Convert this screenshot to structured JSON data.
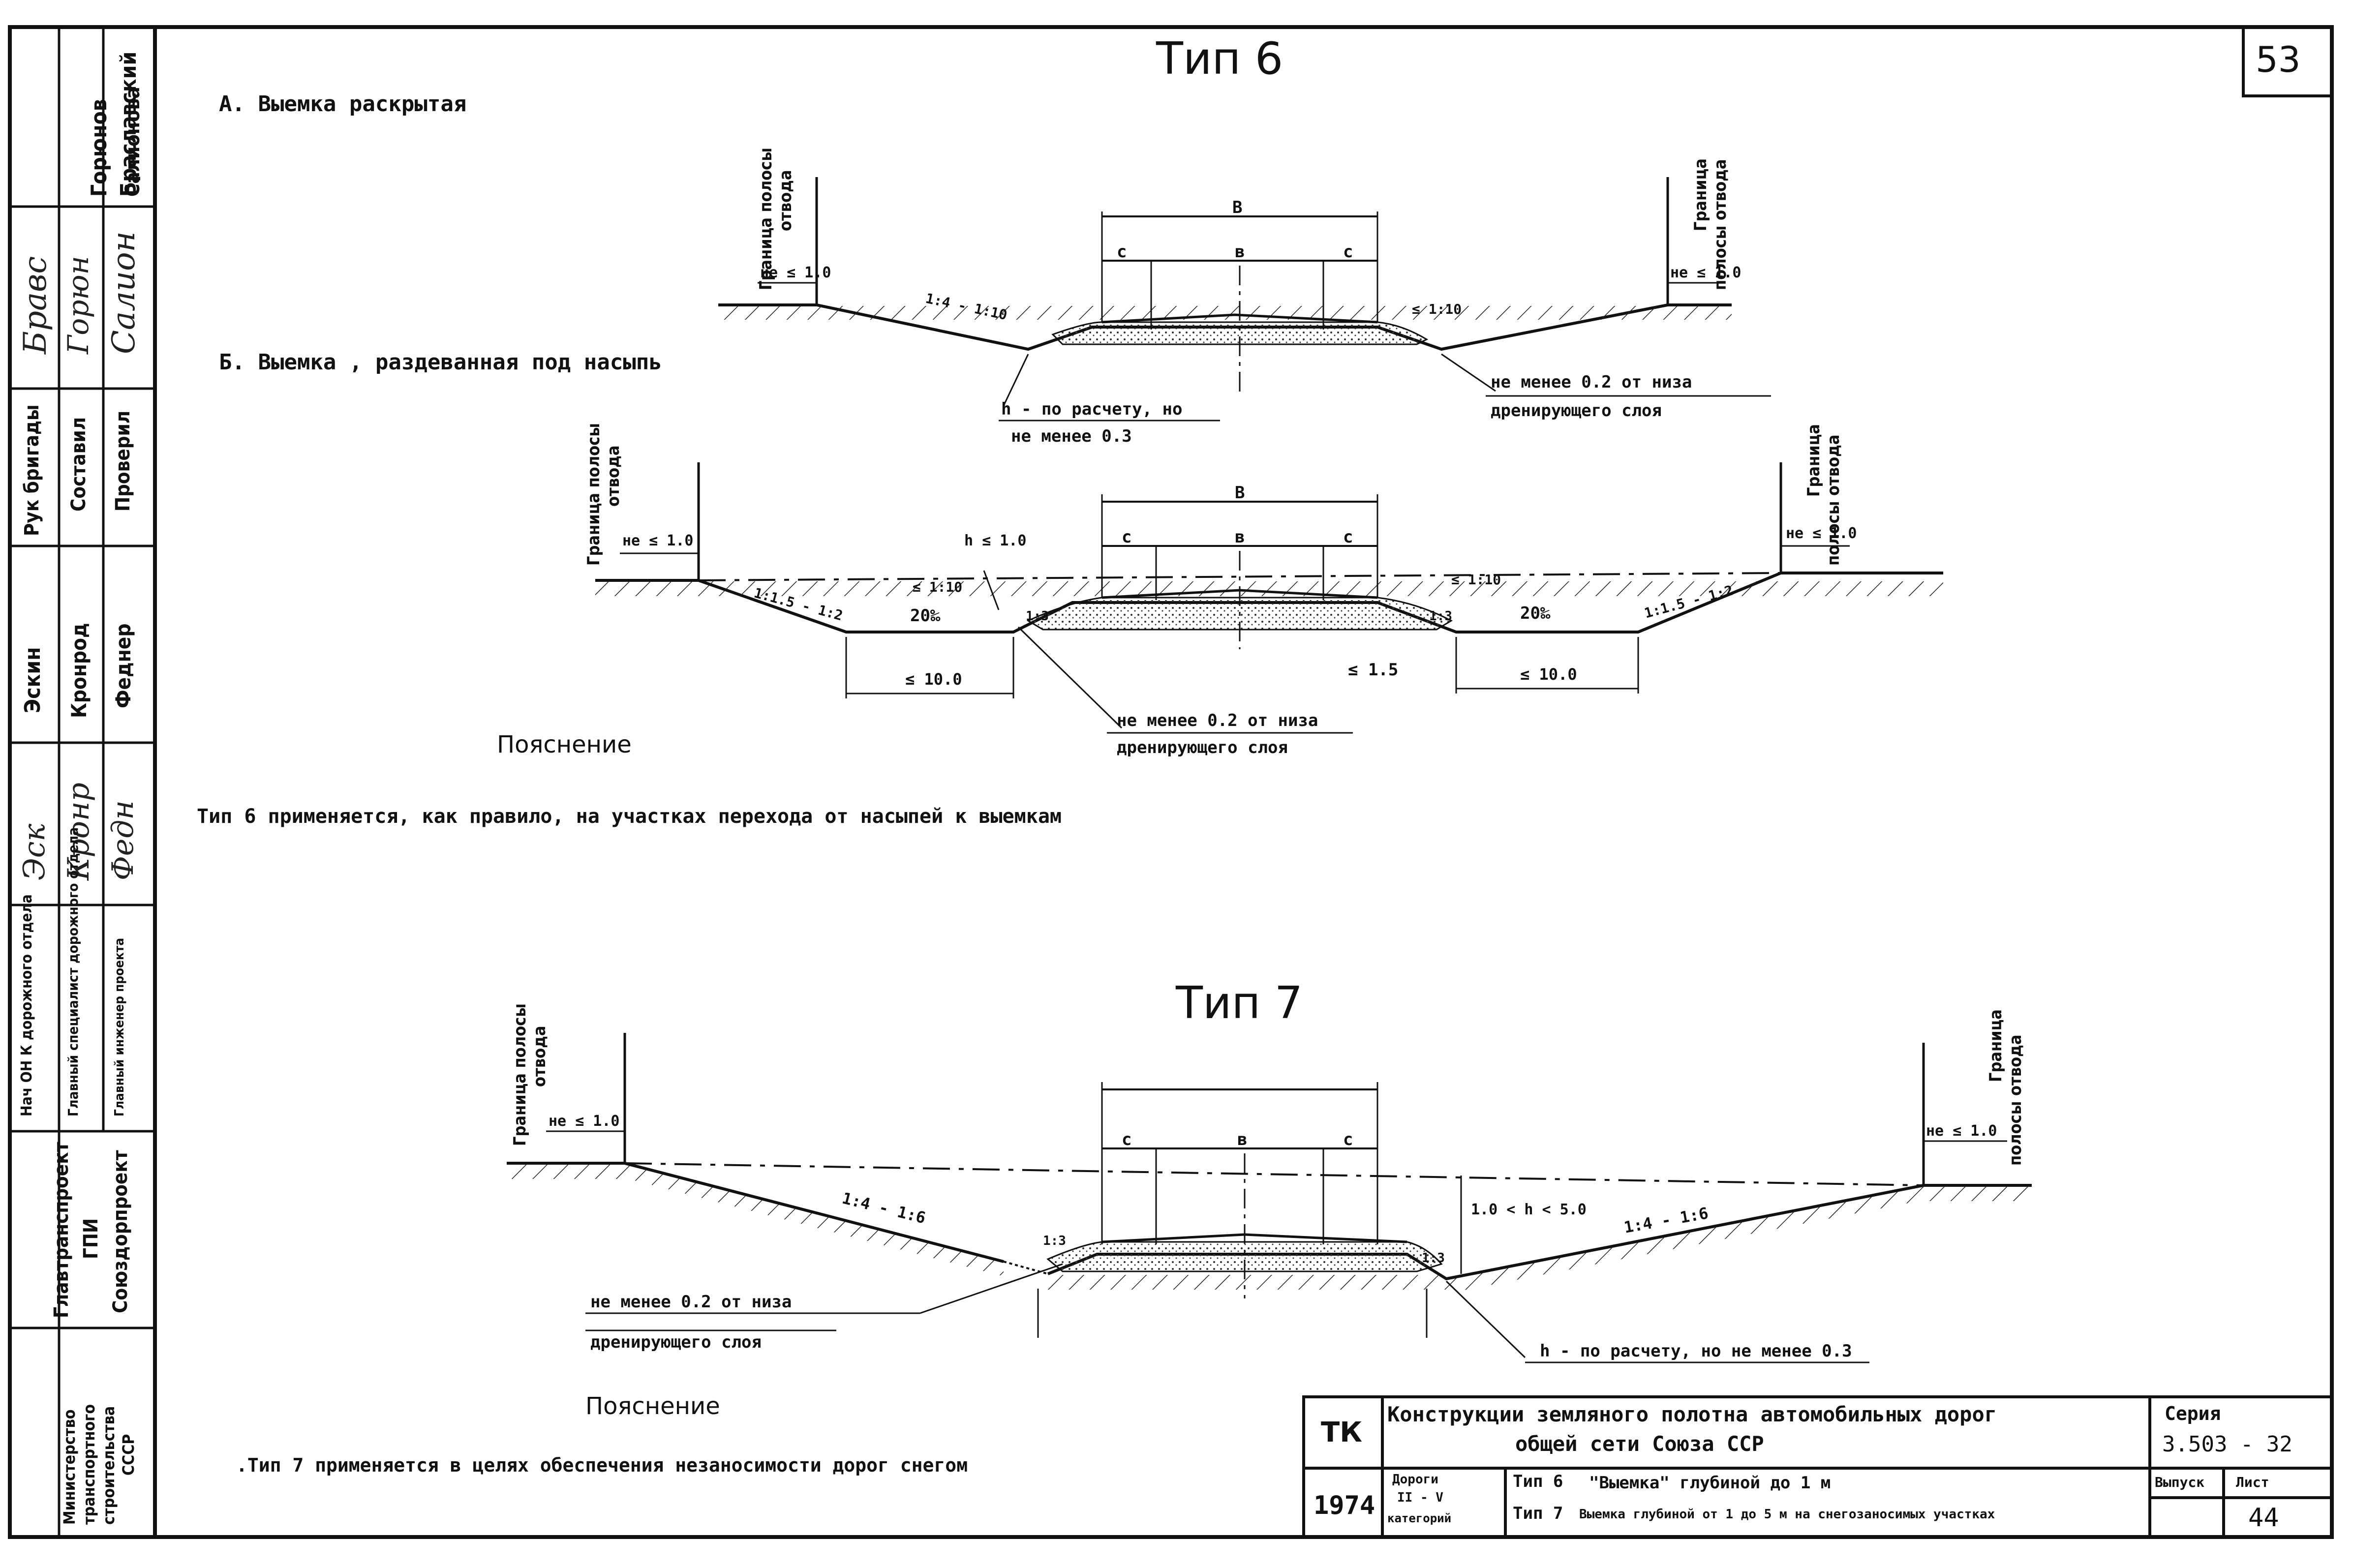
{
  "page_number": "53",
  "stamp_left": {
    "rows": [
      {
        "role": "Рук бригады",
        "name": "Браславский",
        "signature": "Бравс"
      },
      {
        "role": "Составил",
        "name": "Горюнов",
        "signature": "Горюн"
      },
      {
        "role": "Проверил",
        "name": "Салионова",
        "signature": "Салион"
      }
    ],
    "org_rows": [
      {
        "position": "Нач ОН К дорожного отдела",
        "name": "Эскин",
        "signature": "Эск"
      },
      {
        "position": "Главный специалист дорожного отдела",
        "name": "Кронрод",
        "signature": "Кронр"
      },
      {
        "position": "Главный инженер проекта",
        "name": "Феднер",
        "signature": "Федн"
      }
    ],
    "institutes": [
      "Главтранспроект",
      "ГПИ",
      "Союздорпроект"
    ],
    "ministry": [
      "Министерство",
      "транспортного",
      "строительства",
      "СССР"
    ]
  },
  "type6": {
    "title": "Тип 6",
    "section_a": "А.  Выемка   раскрытая",
    "section_b": "Б.  Выемка , раздеванная  под  насыпь",
    "labels": {
      "boundary_left": [
        "Граница полосы",
        "отвода"
      ],
      "boundary_right": [
        "Граница",
        "полосы отвода"
      ],
      "ne_le_10": "не ≤ 1.0",
      "B": "В",
      "b": "в",
      "c": "с",
      "slope_1_4_1_10": "1:4 - 1:10",
      "slope_le_1_10": "≤ 1:10",
      "slope_1_15_1_2": "1:1.5 - 1:2",
      "slope_1_3": "1:3",
      "grade_20": "20‰",
      "h_label_a": "h - по расчету, но",
      "h_label_b": "не менее  0.3",
      "drain_a": "не  менее  0.2  от  низа",
      "drain_b": "дренирующего  слоя",
      "n_le_10": "h ≤ 1.0",
      "le_100": "≤ 10.0",
      "le_15": "≤ 1.5"
    },
    "explanation_title": "Пояснение",
    "explanation_text": "Тип 6   применяется, как правило, на участках перехода от насыпей к выемкам"
  },
  "type7": {
    "title": "Тип 7",
    "labels": {
      "boundary_left": [
        "Граница полосы",
        "отвода"
      ],
      "boundary_right": [
        "Граница",
        "полосы отвода"
      ],
      "ne_le_10": "не ≤ 1.0",
      "slope_1_4_1_6": "1:4 - 1:6",
      "depth": "1.0 < h < 5.0",
      "slope_1_3": "1:3",
      "c": "с",
      "b": "в",
      "drain_a": "не  менее  0.2  от  низа",
      "drain_b": "дренирующего  слоя",
      "h_label": "h - по  расчету,  но  не  менее  0.3"
    },
    "explanation_title": "Пояснение",
    "explanation_text": ".Тип 7  применяется  в  целях  обеспечения  незаносимости  дорог  снегом"
  },
  "title_block": {
    "tk": "ТК",
    "year": "1974",
    "main_title_1": "Конструкции  земляного  полотна  автомобильных   дорог",
    "main_title_2": "общей  сети  Союза  ССР",
    "roads_label_1": "Дороги",
    "roads_label_2": "II - V",
    "roads_label_3": "категорий",
    "type6_line_label": "Тип 6",
    "type6_line_text": "\"Выемка\"  глубиной  до  1 м",
    "type7_line_label": "Тип 7",
    "type7_line_text": "Выемка  глубиной от 1 до 5 м  на снегозаносимых участках",
    "series_label": "Серия",
    "series_value": "3.503 - 32",
    "issue_label": "Выпуск",
    "sheet_label": "Лист",
    "sheet_value": "44"
  }
}
